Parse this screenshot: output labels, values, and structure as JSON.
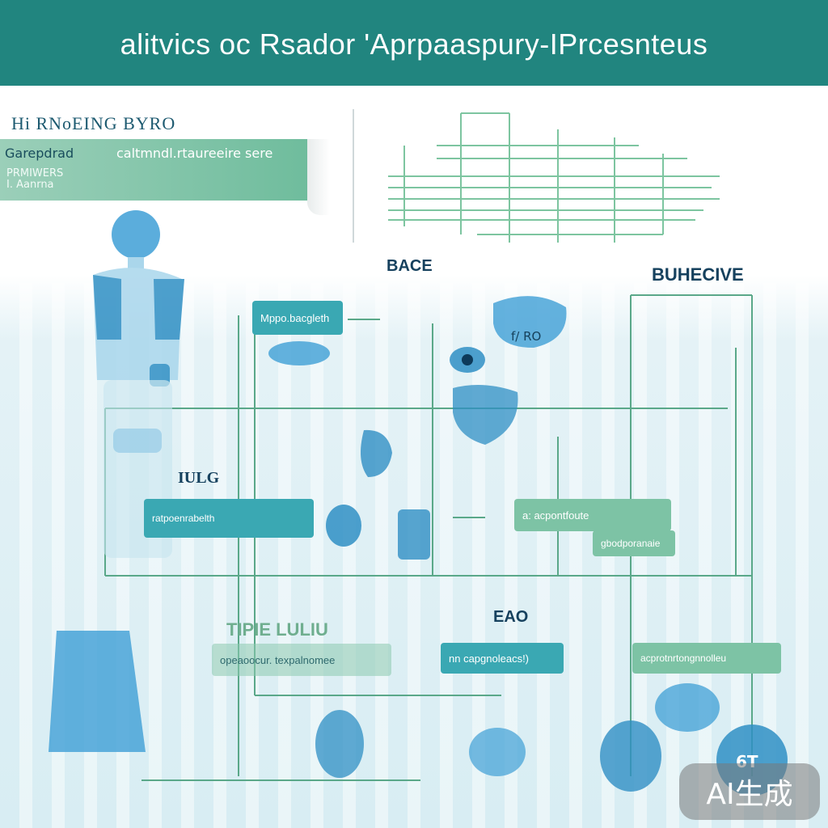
{
  "header": {
    "title": "alitvics oc Rsador 'Aprpaaspury-IPrcesnteus"
  },
  "left_heading": "Hi RNoEING   BYRO",
  "banner": {
    "text_a": "Garepdrad",
    "text_b": "PRMIWERS\nI. Aanrna",
    "text_c": "caltmndl.rtaureeire sere"
  },
  "labels": {
    "bace": "BACE",
    "buhective": "BUHECIVE",
    "iulg": "IULG",
    "tiple": "TIPIE LULIU",
    "eao": "EAO",
    "fi_ro": "f/ RO",
    "bottom_right": "6T"
  },
  "boxes": {
    "mppo": "Mppo.bacgleth",
    "ratpoeroat": "ratpoenrabelth",
    "acpontfoute": "a: acpontfoute",
    "gbodporo": "gbodporanaie",
    "opeo": "opeaoocur. texpalnomee",
    "capgniol": "nn capgnoleacs!)",
    "proetnit": "acprotnrtongnnolleu"
  },
  "watermark": "AI生成",
  "colors": {
    "header": "#21857f",
    "accent_teal": "#3aa8b3",
    "accent_green": "#7dc3a5",
    "figure_blue": "#2f8fc4",
    "line_green": "#5aa889"
  },
  "icons": [
    "human-figure-icon",
    "brain-icon",
    "eye-icon",
    "lungs-icon",
    "pill-icon",
    "kidney-icon",
    "heart-icon",
    "stomach-icon",
    "bag-icon",
    "bottle-icon"
  ]
}
